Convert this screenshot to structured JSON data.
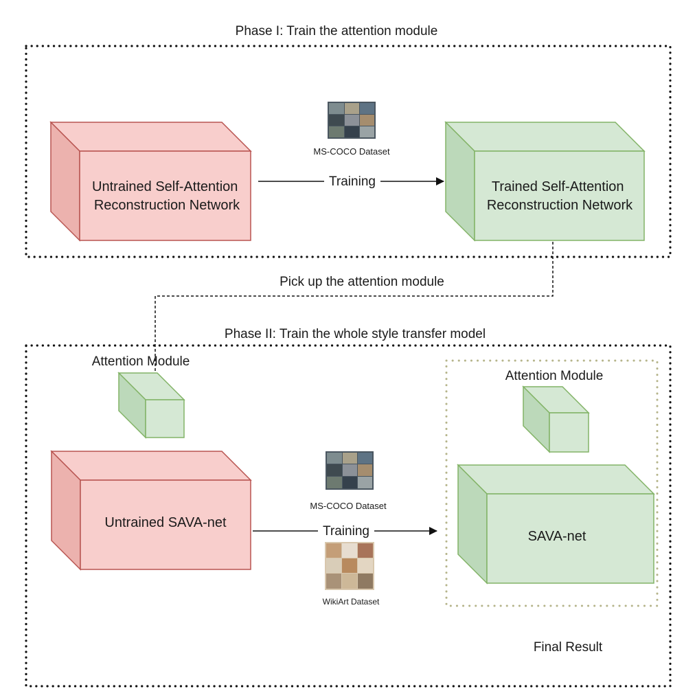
{
  "phase1": {
    "title": "Phase I: Train the attention module",
    "dataset_label": "MS-COCO Dataset",
    "arrow_label": "Training",
    "untrained_network": {
      "line1": "Untrained Self-Attention",
      "line2": "Reconstruction Network"
    },
    "trained_network": {
      "line1": "Trained Self-Attention",
      "line2": "Reconstruction Network"
    }
  },
  "transfer": {
    "label": "Pick up the attention module"
  },
  "phase2": {
    "title": "Phase II: Train the whole style transfer model",
    "attention_module_left": "Attention Module",
    "attention_module_right": "Attention Module",
    "untrained_net": "Untrained SAVA-net",
    "trained_net": "SAVA-net",
    "dataset1_label": "MS-COCO Dataset",
    "dataset2_label": "WikiArt Dataset",
    "arrow_label": "Training",
    "result_label": "Final Result"
  },
  "colors": {
    "red_fill": "#f8cecc",
    "red_stroke": "#b85450",
    "green_fill": "#d5e8d4",
    "green_stroke": "#82b366",
    "border": "#111111",
    "result_border": "#b5b48a"
  },
  "icons": {
    "coco": "ms-coco-thumbnail-icon",
    "wikiart": "wikiart-thumbnail-icon"
  }
}
